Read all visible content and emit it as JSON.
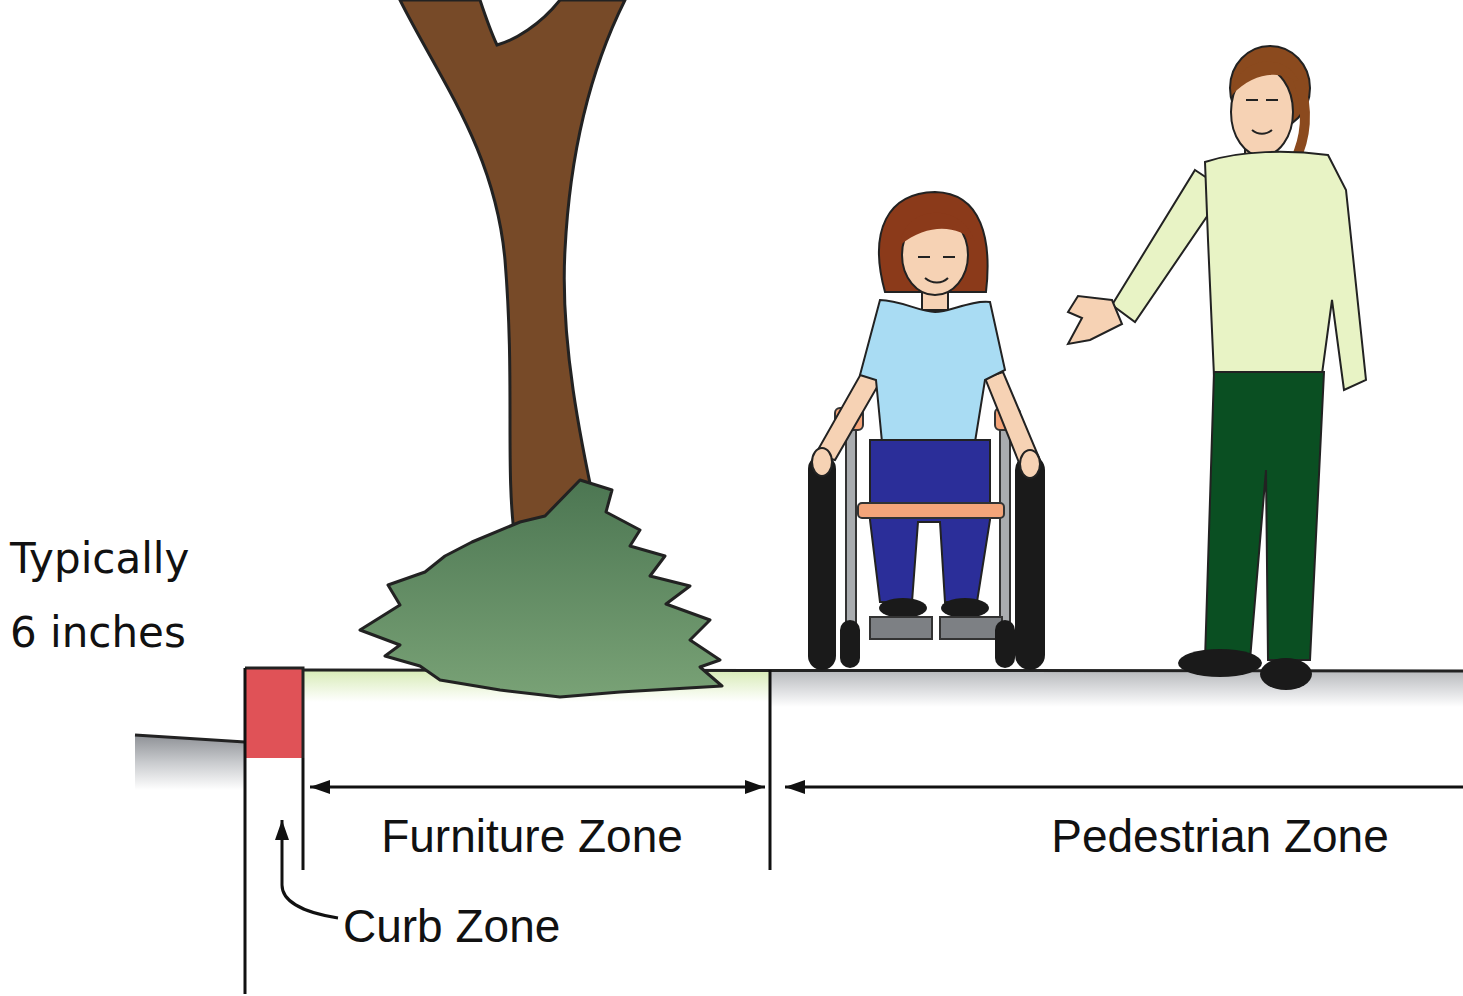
{
  "diagram": {
    "labels": [
      "Typically 6 inches",
      "Furniture Zone",
      "Pedestrian Zone",
      "Curb Zone"
    ]
  }
}
